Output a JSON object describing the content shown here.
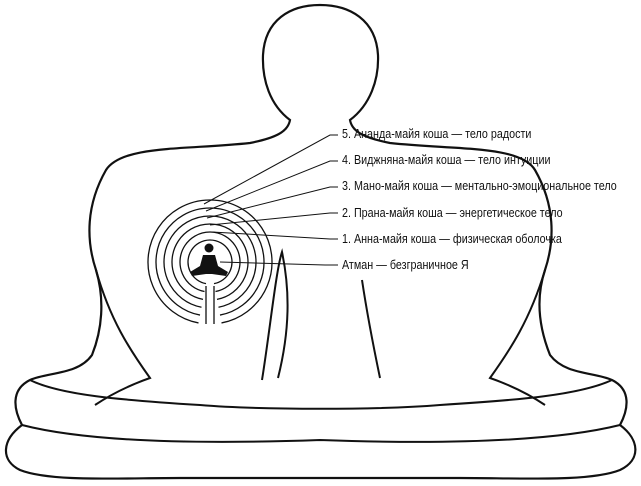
{
  "labels": [
    {
      "text": "5.  Ананда-майя коша — тело радости"
    },
    {
      "text": "4.  Виджняна-майя коша — тело интуиции"
    },
    {
      "text": "3.  Мано-майя коша — ментально-эмоциональное тело"
    },
    {
      "text": "2.  Прана-майя коша — энергетическое тело"
    },
    {
      "text": "1.  Анна-майя коша — физическая оболочка"
    },
    {
      "text": "Атман — безграничное Я"
    }
  ],
  "colors": {
    "line": "#111111",
    "background": "#ffffff"
  }
}
